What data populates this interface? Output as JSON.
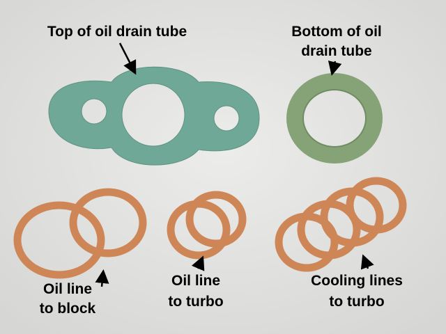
{
  "labels": {
    "top_drain": "Top of oil drain tube",
    "bottom_drain_1": "Bottom of oil",
    "bottom_drain_2": "drain tube",
    "oil_block_1": "Oil line",
    "oil_block_2": "to block",
    "oil_turbo_1": "Oil line",
    "oil_turbo_2": "to turbo",
    "cooling_1": "Cooling lines",
    "cooling_2": "to turbo"
  },
  "colors": {
    "background": "#e4e4e2",
    "gasket": "#6fa896",
    "ring_green": "#86a277",
    "copper": "#cf8656"
  }
}
